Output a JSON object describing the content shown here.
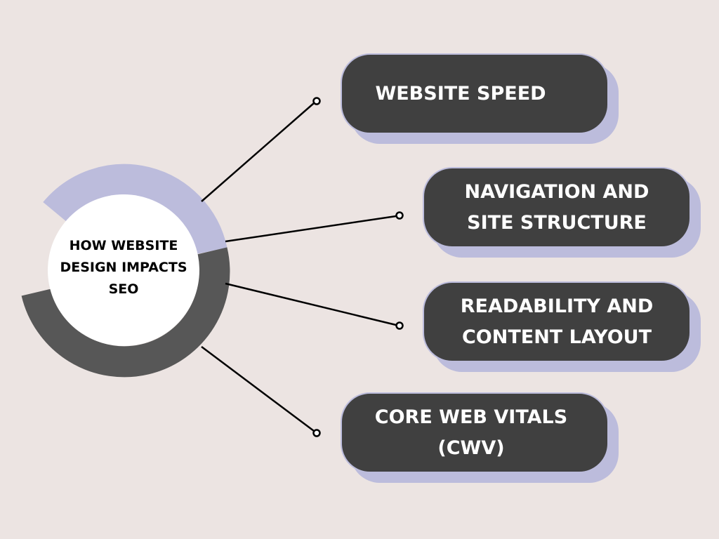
{
  "center": {
    "title": "HOW WEBSITE DESIGN IMPACTS SEO"
  },
  "items": [
    {
      "label": "WEBSITE SPEED"
    },
    {
      "label": "NAVIGATION AND SITE STRUCTURE"
    },
    {
      "label": "READABILITY AND CONTENT LAYOUT"
    },
    {
      "label": "CORE WEB VITALS (CWV)"
    }
  ],
  "colors": {
    "background": "#ece4e2",
    "accent": "#bcbcdc",
    "dark": "#404040",
    "ring_dark": "#575757"
  }
}
